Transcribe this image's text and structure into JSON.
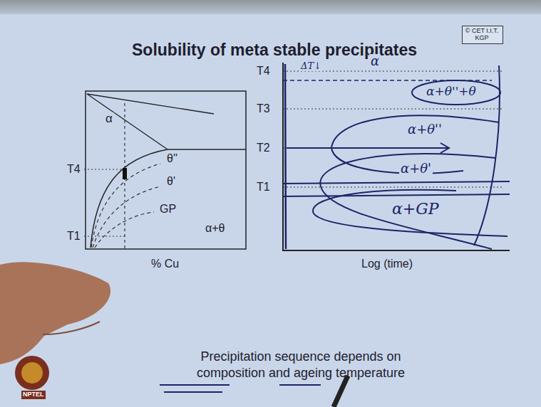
{
  "diagram": {
    "title": "Solubility of meta stable precipitates",
    "caption": "Precipitation sequence depends on composition and ageing temperature",
    "nodes": [
      {
        "text": [
          "© CET I.I.T. KGP"
        ]
      }
    ],
    "labels": [
      "α",
      "T4",
      "θ''",
      "θ'",
      "T1",
      "GP",
      "α+θ",
      "% Cu",
      "T4",
      "T3",
      "T2",
      "T1",
      "Log (time)",
      "ΔT↓",
      "α",
      "α+θ''+θ",
      "α+θ''",
      "α+θ'",
      "α+GP",
      "NPTEL"
    ]
  }
}
